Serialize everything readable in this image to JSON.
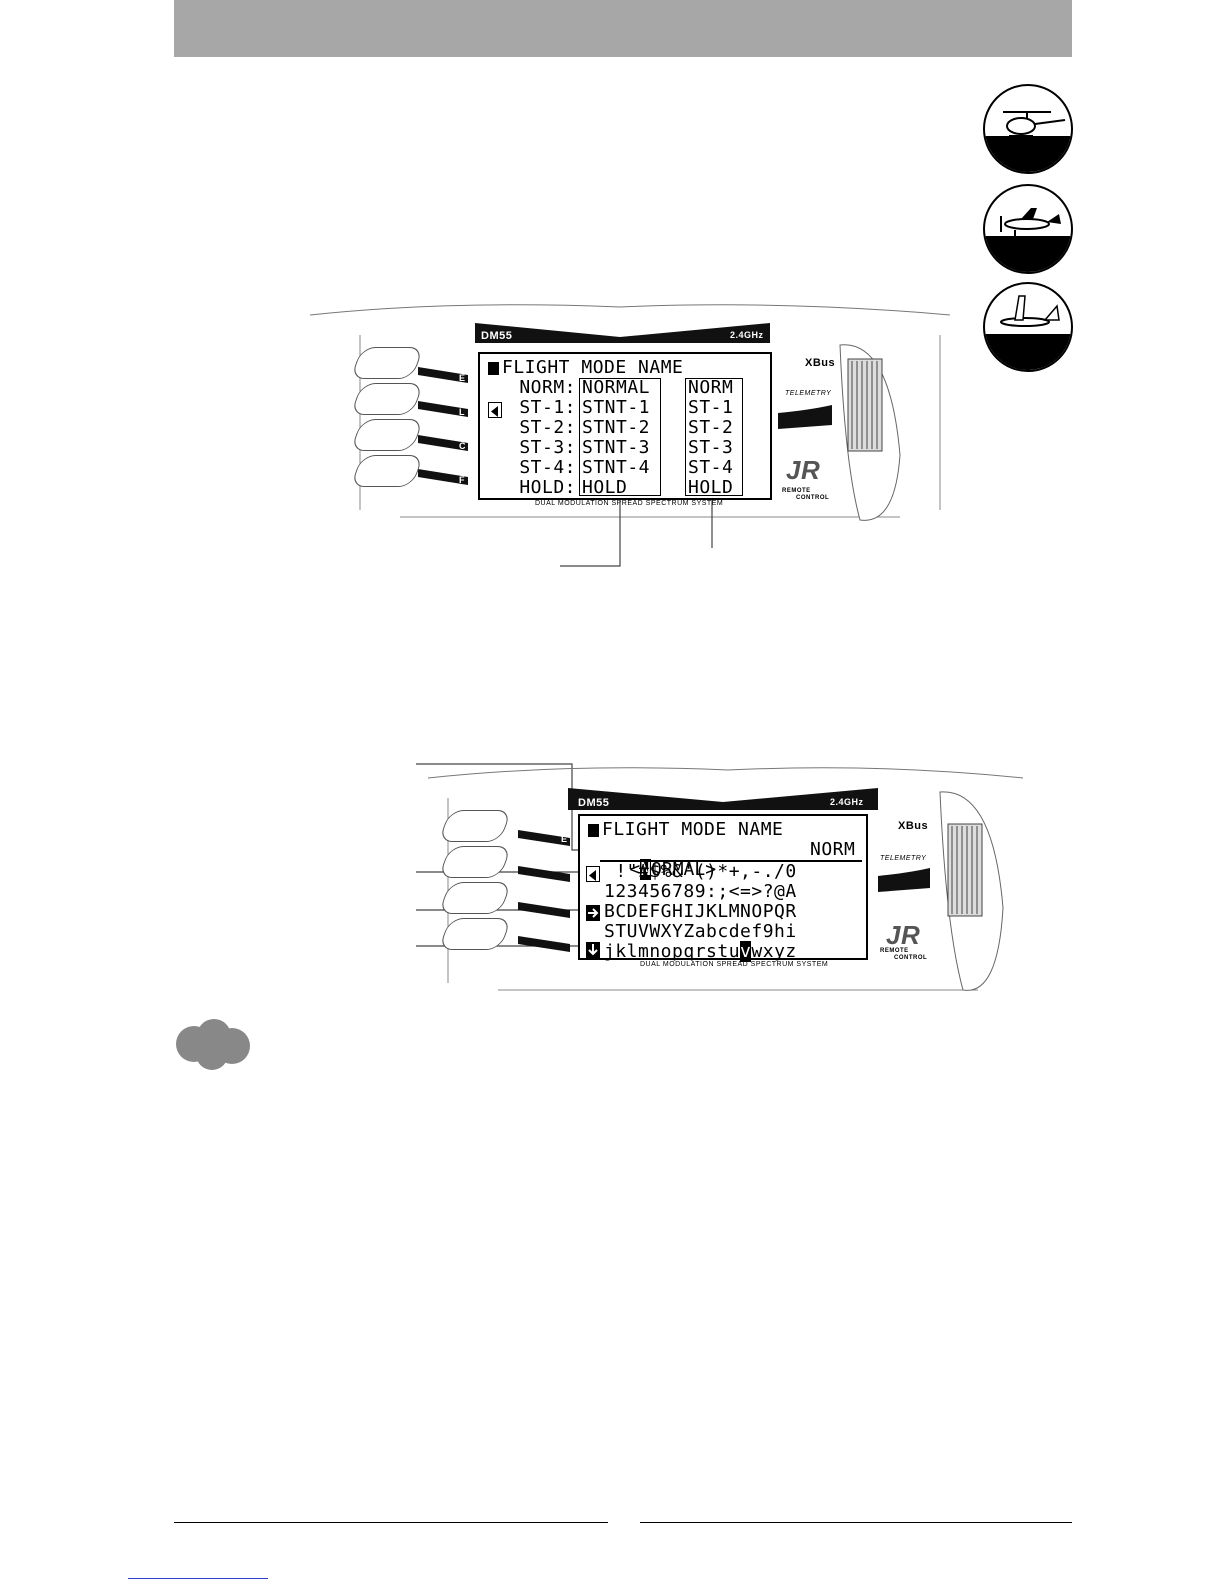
{
  "lcd1": {
    "title": "FLIGHT MODE NAME",
    "rows": [
      {
        "label": "NORM:",
        "name": "NORMAL",
        "short": "NORM"
      },
      {
        "label": "ST-1:",
        "name": "STNT-1",
        "short": "ST-1"
      },
      {
        "label": "ST-2:",
        "name": "STNT-2",
        "short": "ST-2"
      },
      {
        "label": "ST-3:",
        "name": "STNT-3",
        "short": "ST-3"
      },
      {
        "label": "ST-4:",
        "name": "STNT-4",
        "short": "ST-4"
      },
      {
        "label": "HOLD:",
        "name": "HOLD",
        "short": "HOLD"
      }
    ]
  },
  "lcd2": {
    "title": "FLIGHT MODE NAME",
    "edit_open": "<",
    "edit_cursor": "N",
    "edit_rest": "ORMAL>",
    "edit_short": "NORM",
    "char_rows": [
      " !\"#$%&'()*+,-./0",
      "123456789:;<=>?@A",
      "BCDEFGHIJKLMNOPQR",
      "STUVWXYZabcdef9hi",
      "jklmnopqrstuvwxyz"
    ],
    "selected_char": "v"
  },
  "transmitter": {
    "model": "DM55",
    "band": "2.4GHz",
    "footer": "DUAL MODULATION SPREAD SPECTRUM SYSTEM",
    "side_keys": [
      "E",
      "L",
      "C",
      "F"
    ],
    "brand": "JR",
    "brand_sub1": "REMOTE",
    "brand_sub2": "CONTROL",
    "telemetry": "TELEMETRY",
    "xbus": "XBus"
  },
  "icons": [
    "helicopter-icon",
    "airplane-icon",
    "glider-icon",
    "cloud-note-icon"
  ],
  "colors": {
    "header": "#a7a7a7",
    "link": "#2f3fd0"
  }
}
